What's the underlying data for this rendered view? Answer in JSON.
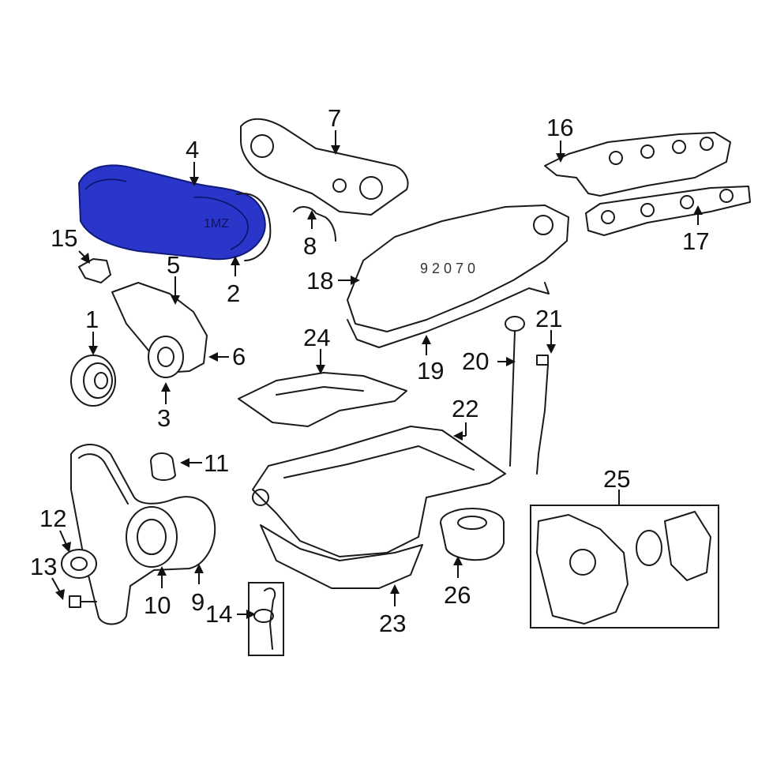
{
  "diagram": {
    "highlighted_part": "4",
    "highlight_color": "#2a35c9",
    "callouts": {
      "c1": "1",
      "c2": "2",
      "c3": "3",
      "c4": "4",
      "c5": "5",
      "c6": "6",
      "c7": "7",
      "c8": "8",
      "c9": "9",
      "c10": "10",
      "c11": "11",
      "c12": "12",
      "c13": "13",
      "c14": "14",
      "c15": "15",
      "c16": "16",
      "c17": "17",
      "c18": "18",
      "c19": "19",
      "c20": "20",
      "c21": "21",
      "c22": "22",
      "c23": "23",
      "c24": "24",
      "c25": "25",
      "c26": "26"
    }
  }
}
